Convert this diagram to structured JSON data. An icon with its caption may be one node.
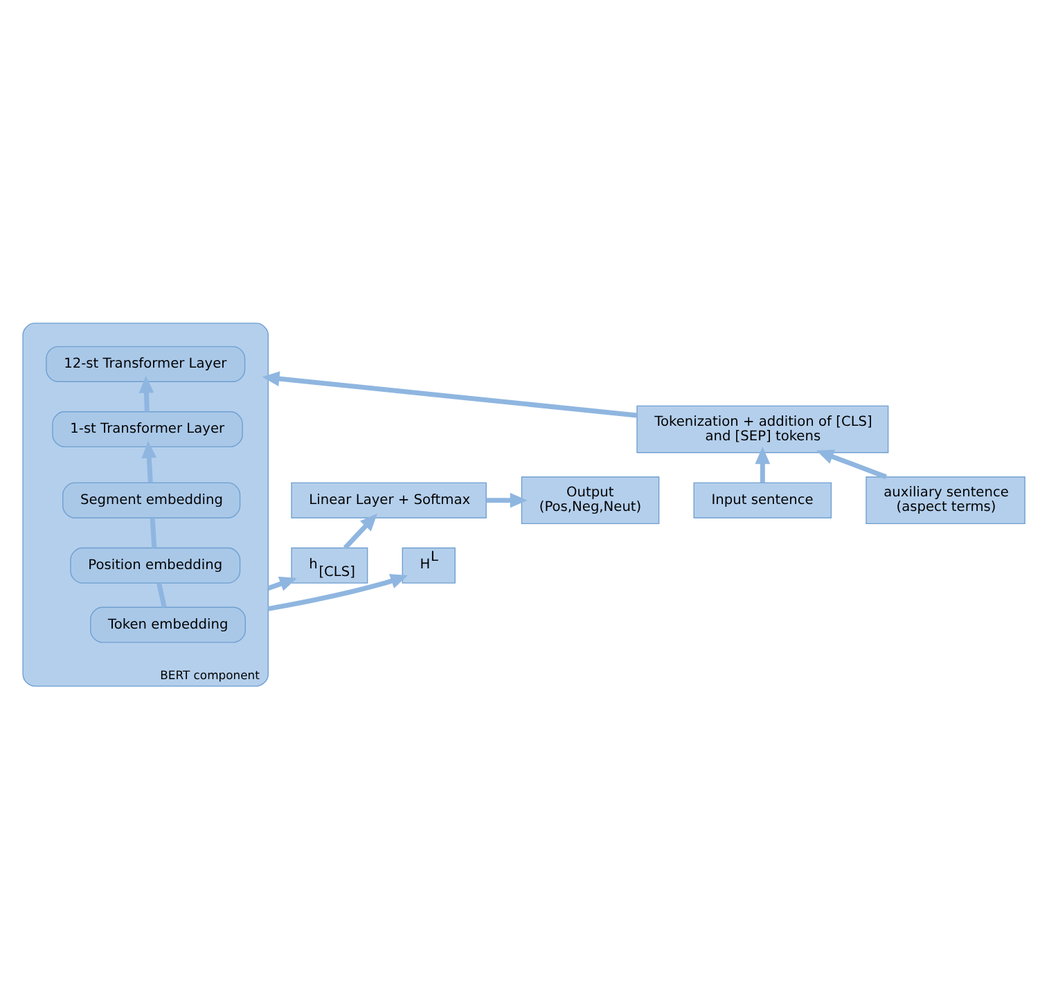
{
  "diagram": {
    "nodes": [
      {
        "text": [
          "Linear Layer + Softmax"
        ]
      },
      {
        "text": [
          "Output (Pos,Neg,Neut)"
        ]
      },
      {
        "text": [
          "h$_{[CLS]}$"
        ]
      },
      {
        "text": [
          "H$^{L}$"
        ]
      },
      {
        "text": [
          "BERT component"
        ]
      },
      {
        "text": [
          "12-st Transformer Layer"
        ],
        "in": 4
      },
      {
        "text": [
          "1-st Transformer Layer"
        ],
        "in": 4
      },
      {
        "text": [
          "Segment embedding"
        ],
        "in": 4
      },
      {
        "text": [
          "Position embedding"
        ],
        "in": 4
      },
      {
        "text": [
          "Token embedding"
        ],
        "in": 4
      },
      {
        "text": [
          "Tokenization + addition of [CLS] and [SEP] tokens"
        ]
      },
      {
        "text": [
          "Input sentence"
        ]
      },
      {
        "text": [
          "auxiliary sentence (aspect terms)"
        ]
      }
    ],
    "edges": [
      {
        "from": 2,
        "to": 0,
        "arrow": "to"
      },
      {
        "from": 0,
        "to": 1,
        "arrow": "to"
      },
      {
        "from": 4,
        "to": 2,
        "arrow": "to"
      },
      {
        "from": 4,
        "to": 3,
        "arrow": "to"
      },
      {
        "from": 6,
        "to": 5,
        "arrow": "to"
      },
      {
        "from": 7,
        "to": 6,
        "arrow": "to"
      },
      {
        "from": 8,
        "to": 7,
        "arrow": "none"
      },
      {
        "from": 9,
        "to": 8,
        "arrow": "none"
      },
      {
        "from": 10,
        "to": 4,
        "arrow": "to"
      },
      {
        "from": 11,
        "to": 10,
        "arrow": "to"
      },
      {
        "from": 12,
        "to": 10,
        "arrow": "to"
      }
    ]
  }
}
